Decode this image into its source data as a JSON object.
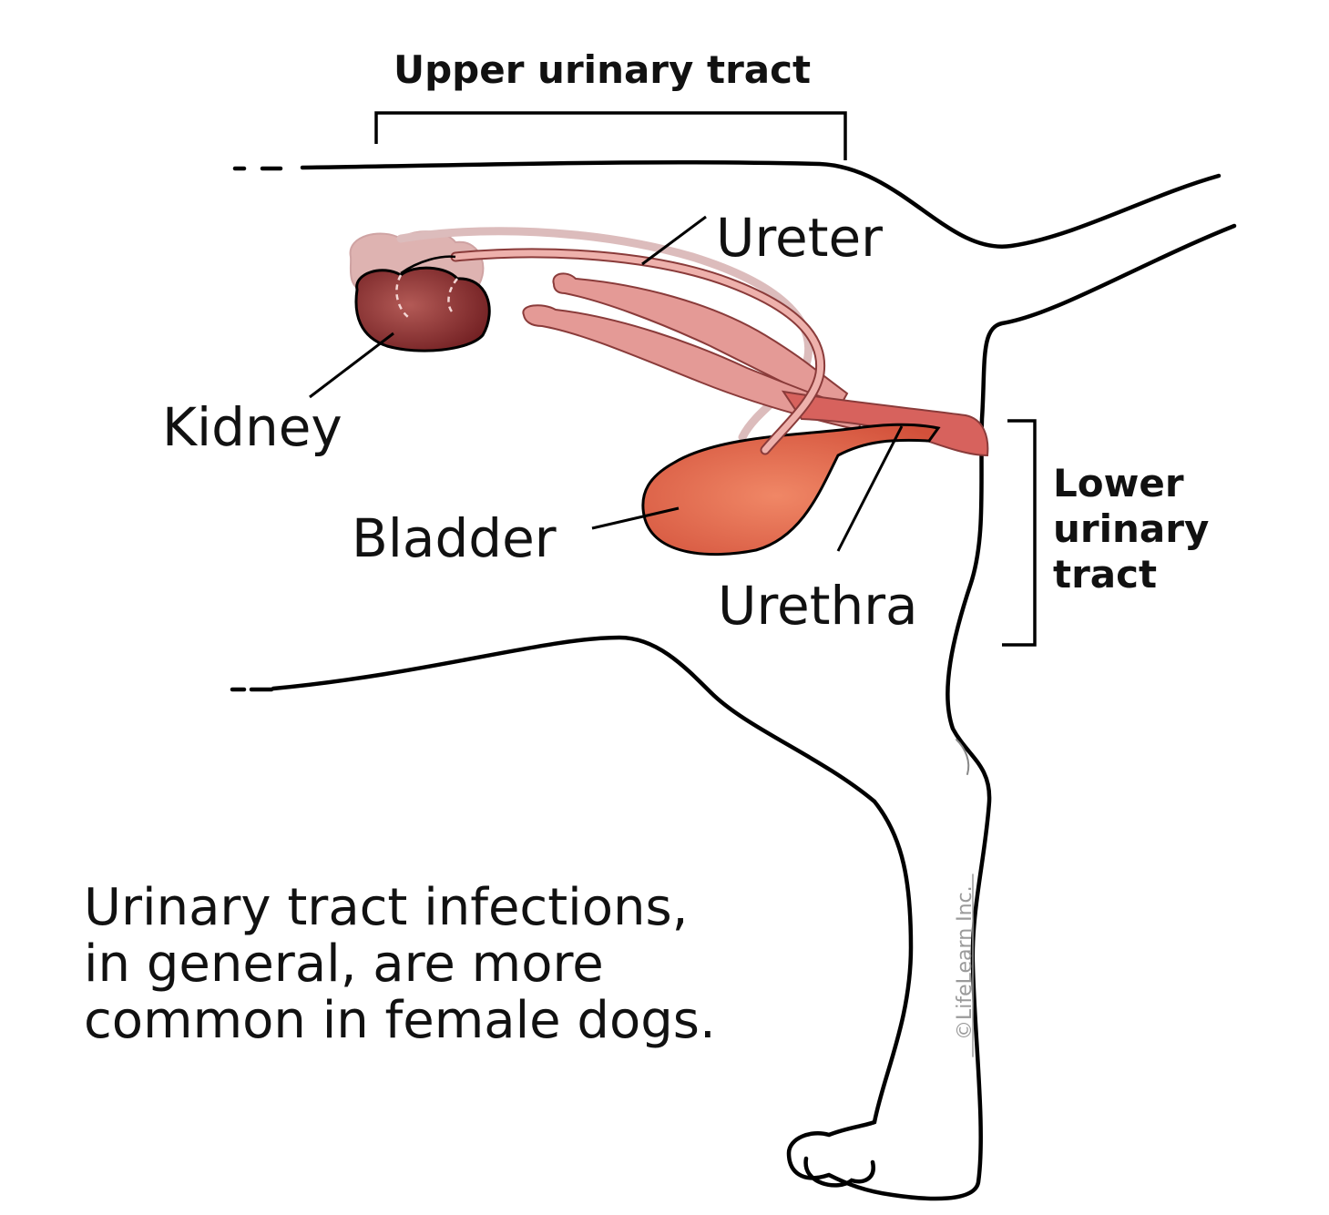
{
  "labels": {
    "upper_tract": "Upper urinary tract",
    "ureter": "Ureter",
    "kidney": "Kidney",
    "bladder": "Bladder",
    "urethra": "Urethra",
    "lower_tract": [
      "Lower",
      "urinary",
      "tract"
    ]
  },
  "caption": [
    "Urinary tract infections,",
    "in general, are more",
    "common in female dogs."
  ],
  "copyright": "©LifeLearn Inc.",
  "colors": {
    "kidney": "#8e2a2c",
    "kidney_far": "#d7a3a3",
    "bladder": "#e06a4c",
    "ureter": "#e49a96",
    "urethra": "#d7625d",
    "outline": "#000000"
  }
}
